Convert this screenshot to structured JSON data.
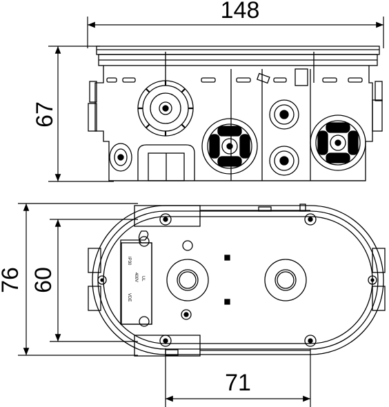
{
  "drawing": {
    "dimensions": {
      "width": "148",
      "height": "67",
      "depth": "76",
      "inner_depth": "60",
      "spacing": "71"
    },
    "label_texts": {
      "rating": "400V",
      "ip": "IP30",
      "marking_1": "UL",
      "marking_2": "VDE"
    }
  }
}
